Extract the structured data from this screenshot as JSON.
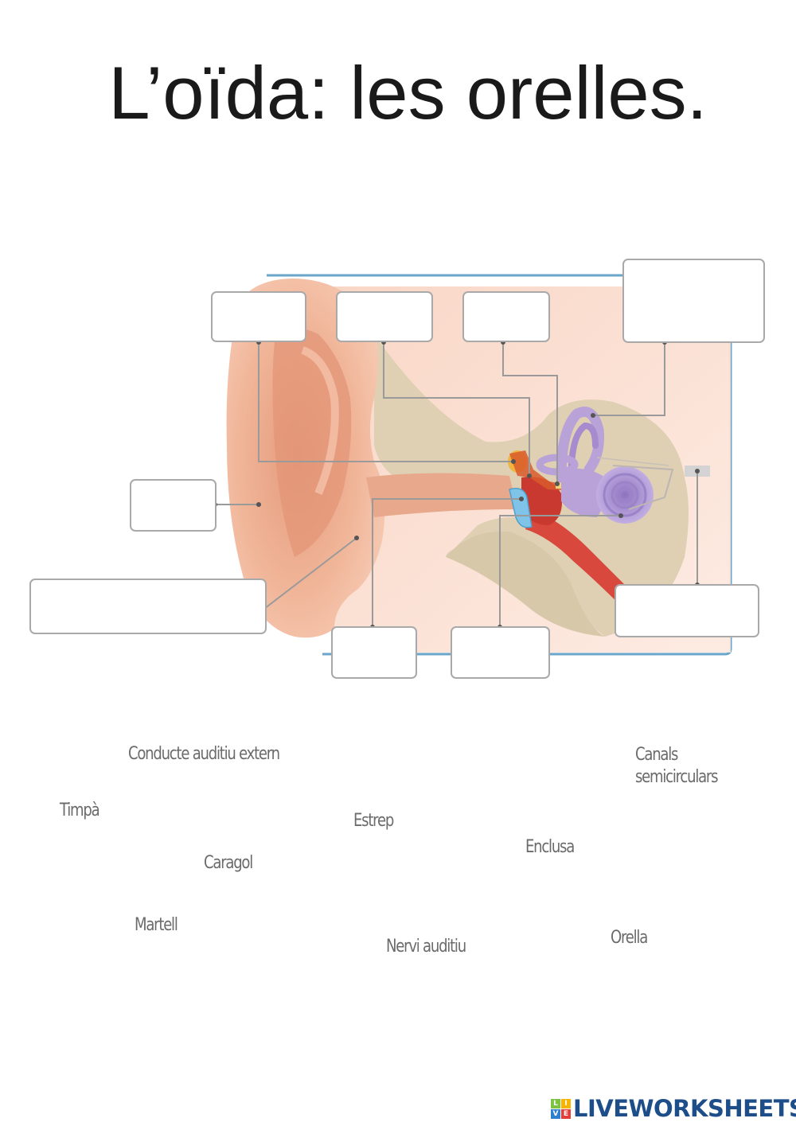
{
  "page": {
    "title": "L’oïda: les orelles."
  },
  "diagram": {
    "subject": "ear-anatomy-illustration",
    "colors": {
      "frame": "#6aa6c9",
      "skin": "#f2b89c",
      "skin_dark": "#d98a6e",
      "bone": "#dfd0b4",
      "inner_ear": "#b9a2d8",
      "eustachian": "#d9483c",
      "eardrum": "#7fc4e8",
      "ossicles": "#e8a23a",
      "leader": "#9a9a9a"
    },
    "answer_boxes": [
      {
        "id": "box-top-1",
        "value": ""
      },
      {
        "id": "box-top-2",
        "value": ""
      },
      {
        "id": "box-top-3",
        "value": ""
      },
      {
        "id": "box-top-right",
        "value": ""
      },
      {
        "id": "box-left-middle",
        "value": ""
      },
      {
        "id": "box-left-wide",
        "value": ""
      },
      {
        "id": "box-bottom-1",
        "value": ""
      },
      {
        "id": "box-bottom-2",
        "value": ""
      },
      {
        "id": "box-bottom-right",
        "value": ""
      }
    ]
  },
  "word_bank": {
    "words": [
      "Conducte auditiu extern",
      "Canals semicirculars",
      "Timpà",
      "Estrep",
      "Enclusa",
      "Caragol",
      "Martell",
      "Nervi auditiu",
      "Orella"
    ],
    "canals_line1": "Canals",
    "canals_line2": "semicirculars"
  },
  "footer": {
    "brand": "LIVEWORKSHEETS",
    "logo_letters": [
      "L",
      "I",
      "V",
      "E"
    ],
    "logo_colors": [
      "#7cc243",
      "#f7b500",
      "#2f7fd1",
      "#e63b3b"
    ],
    "brand_color": "#1d4e8a"
  }
}
